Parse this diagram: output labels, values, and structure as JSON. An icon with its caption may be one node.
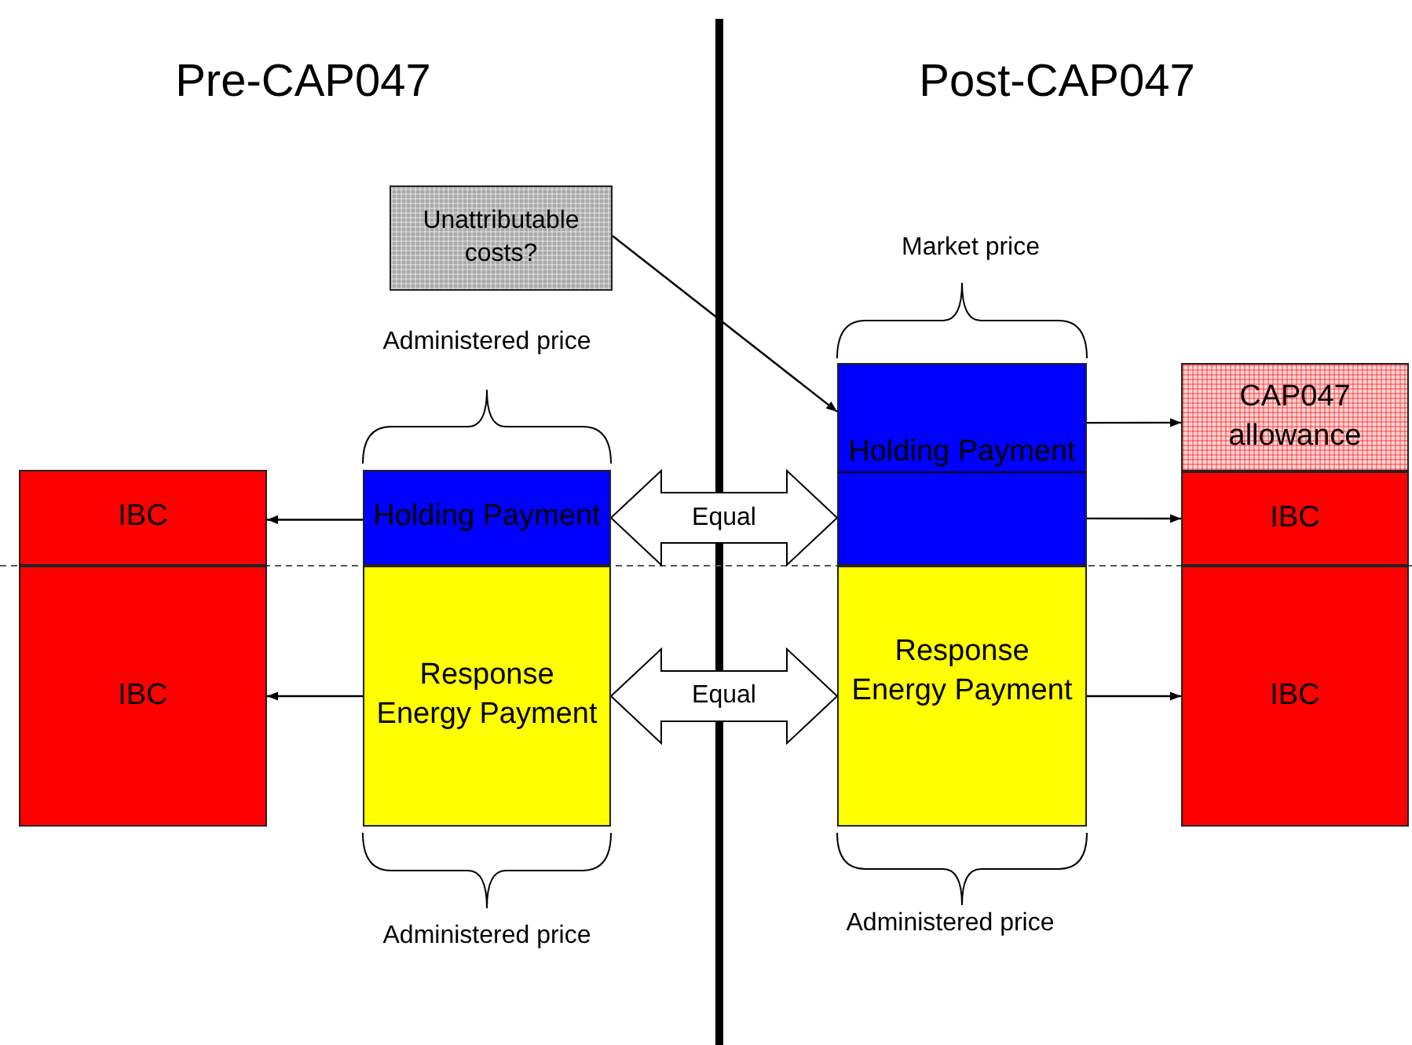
{
  "diagram": {
    "nodes": [
      {
        "text": [
          "Unattributable costs?"
        ]
      },
      {
        "text": [
          "IBC"
        ]
      },
      {
        "text": [
          "IBC"
        ]
      },
      {
        "text": [
          "Holding Payment"
        ]
      },
      {
        "text": [
          "Response Energy Payment"
        ]
      },
      {
        "text": [
          "Holding Payment"
        ]
      },
      {
        "text": [
          "Response Energy Payment"
        ]
      },
      {
        "text": [
          "CAP047 allowance"
        ]
      },
      {
        "text": [
          "IBC"
        ]
      },
      {
        "text": [
          "IBC"
        ]
      }
    ],
    "edges": [
      {
        "from": 3,
        "to": 1,
        "arrow": "to"
      },
      {
        "from": 4,
        "to": 2,
        "arrow": "to"
      },
      {
        "from": 0,
        "to": 5,
        "arrow": "to"
      },
      {
        "from": 5,
        "to": 7,
        "arrow": "to"
      },
      {
        "from": 5,
        "to": 8,
        "arrow": "to"
      },
      {
        "from": 6,
        "to": 9,
        "arrow": "to"
      },
      {
        "from": 3,
        "to": 5,
        "arrow": "both",
        "label": "Equal",
        "style": "thick"
      },
      {
        "from": 4,
        "to": 6,
        "arrow": "both",
        "label": "Equal",
        "style": "thick"
      }
    ],
    "labels": [
      "Pre-CAP047",
      "Post-CAP047",
      "Market price",
      "Administered price",
      "Administered price",
      "Administered price"
    ]
  }
}
